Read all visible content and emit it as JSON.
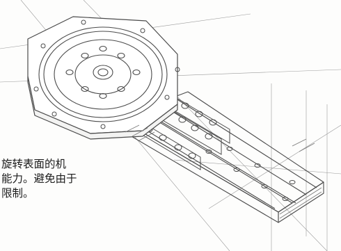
{
  "caption": {
    "lines": [
      "旋转表面的机",
      "能力。避免由于",
      "限制。"
    ]
  },
  "colors": {
    "paper": "#fdfdfc",
    "pencil": "#4a4a4a",
    "pencil_light": "#9a9a9a",
    "text": "#1b1b1b"
  },
  "sketch": {
    "subject": "rotating turntable plate mounted on linear slide rail",
    "style": "pencil drawing"
  }
}
